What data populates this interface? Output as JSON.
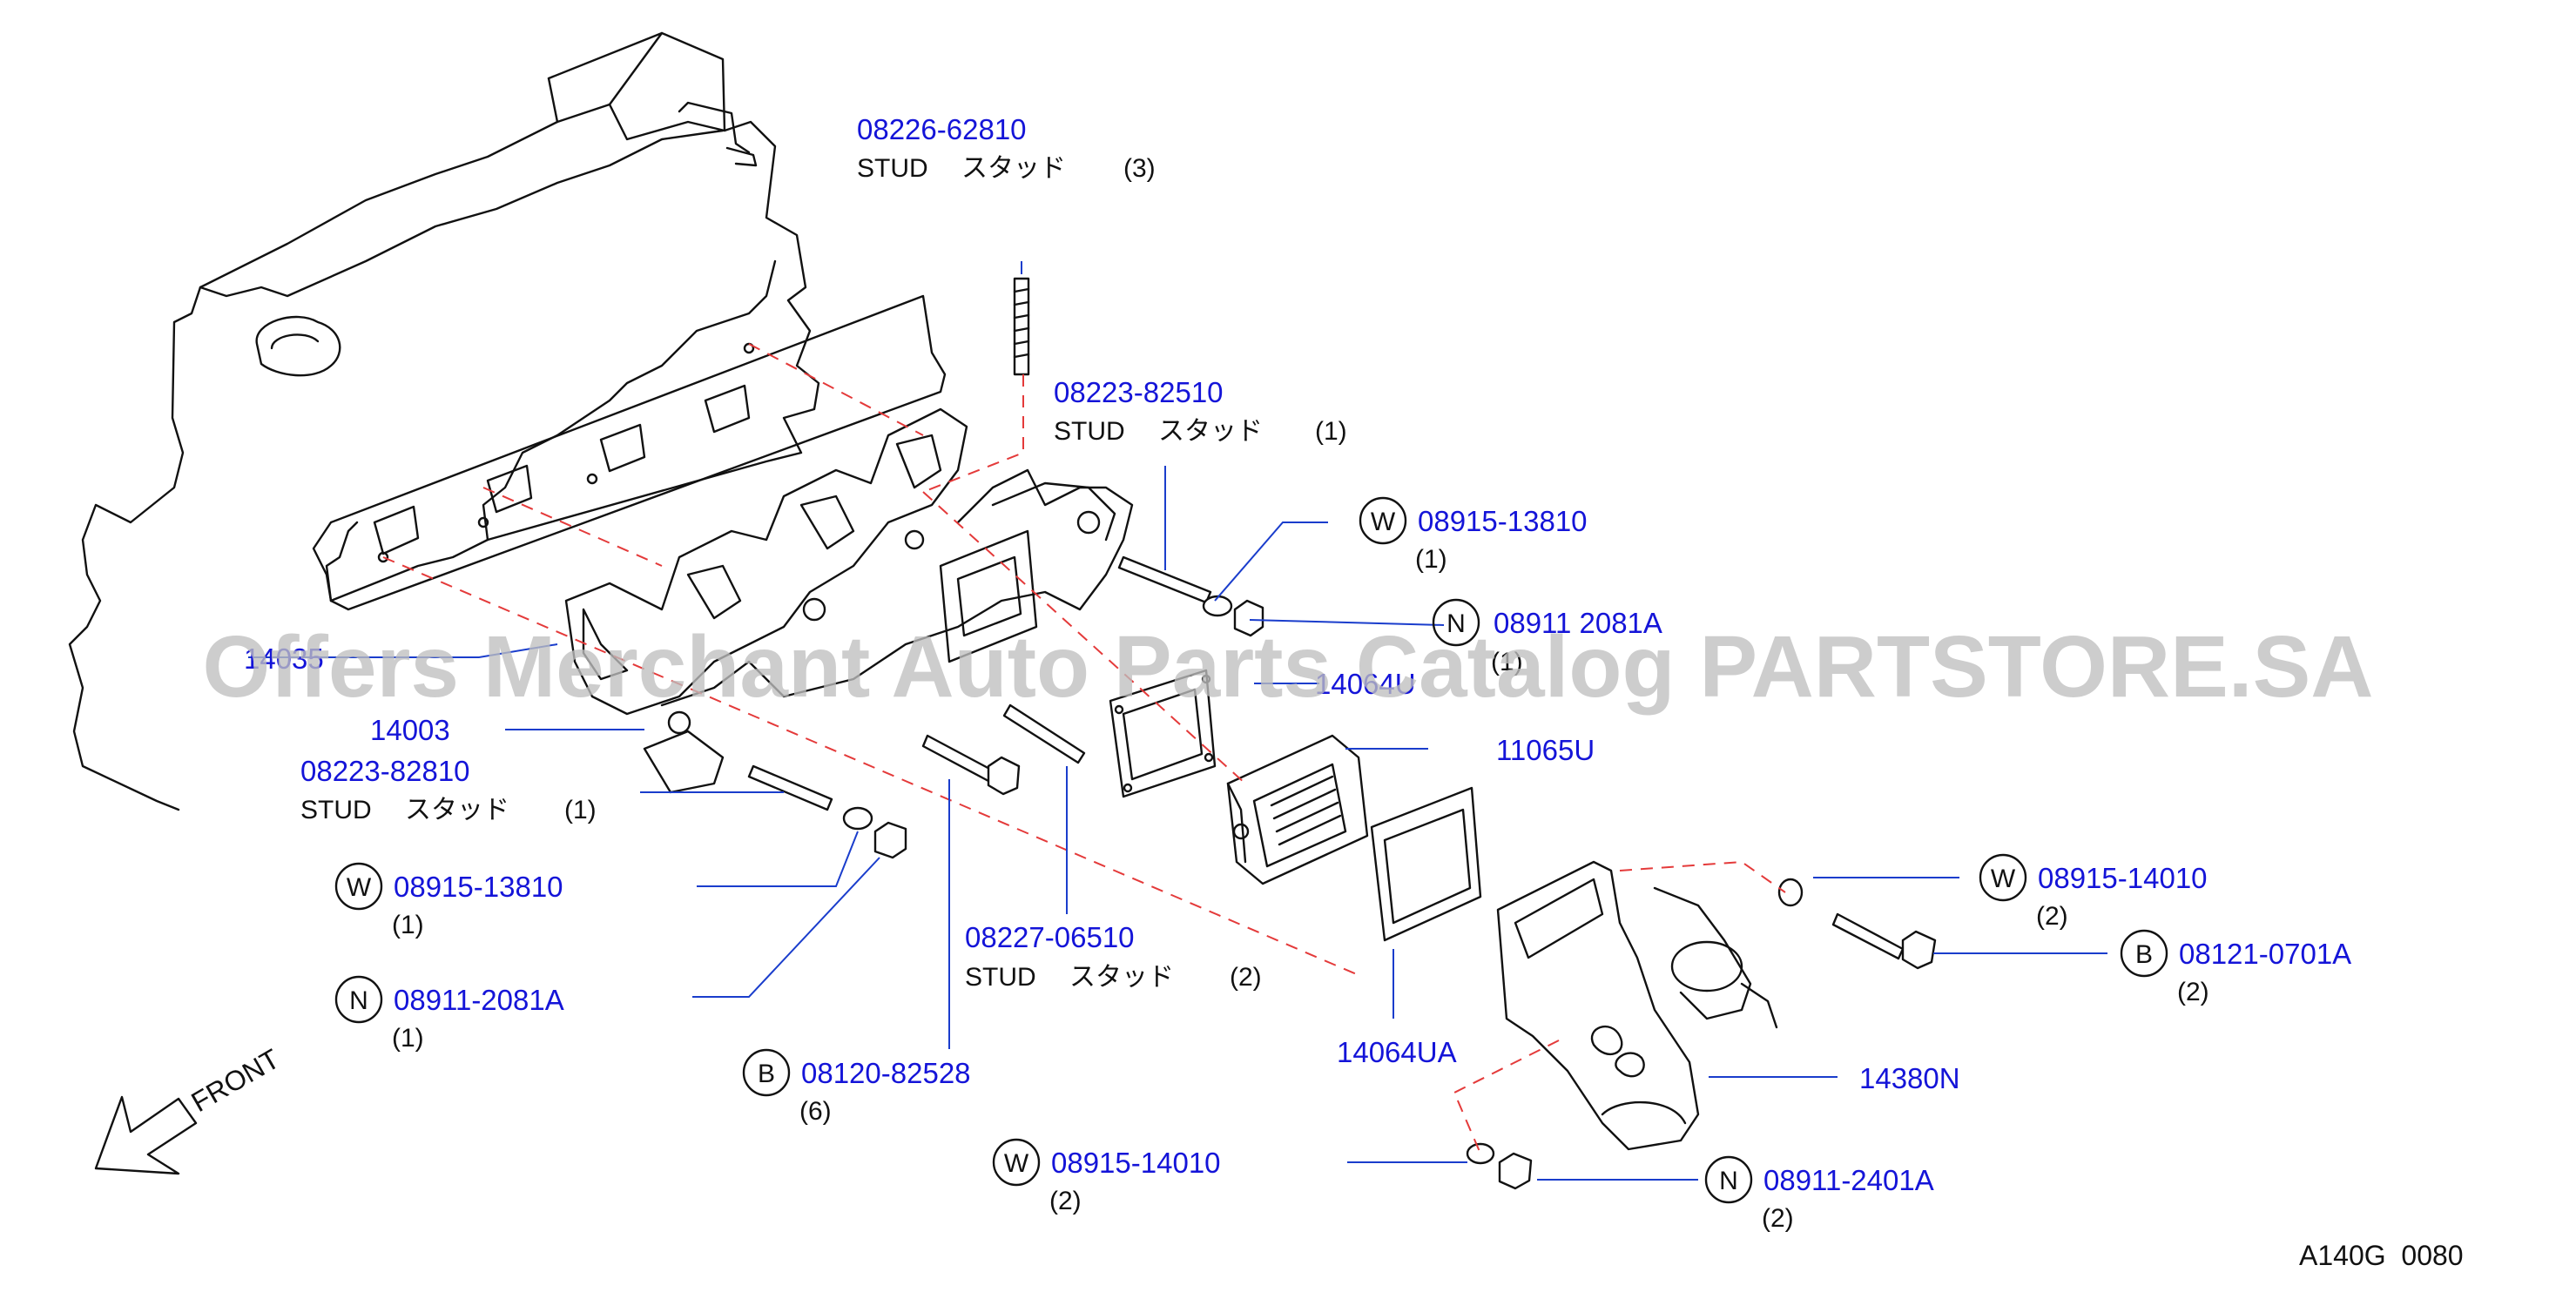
{
  "diagram_code": "A140G  0080",
  "watermark": "Offers Merchant Auto Parts Catalog PARTSTORE.SA",
  "front_label": "FRONT",
  "colors": {
    "part_number": "#1414d8",
    "leader": "#1a3dcc",
    "dashed": "#e43a3a",
    "drawing": "#111111"
  },
  "callouts": {
    "stud_top": {
      "pn": "08226-62810",
      "desc": "STUD　 スタッド",
      "qty": "(3)"
    },
    "stud_upper": {
      "pn": "08223-82510",
      "desc": "STUD　 スタッド",
      "qty": "(1)"
    },
    "washer_upper": {
      "prefix": "W",
      "pn": "08915-13810",
      "qty": "(1)"
    },
    "nut_upper": {
      "prefix": "N",
      "pn": "08911 2081A",
      "qty": "(1)"
    },
    "gasket_left": {
      "pn": "14035"
    },
    "gasket_plate": {
      "pn": "14064U"
    },
    "manifold": {
      "pn": "14003"
    },
    "stud_left": {
      "pn": "08223-82810",
      "desc": "STUD　 スタッド",
      "qty": "(1)"
    },
    "washer_left": {
      "prefix": "W",
      "pn": "08915-13810",
      "qty": "(1)"
    },
    "nut_left": {
      "prefix": "N",
      "pn": "08911-2081A",
      "qty": "(1)"
    },
    "bolt_mid": {
      "prefix": "B",
      "pn": "08120-82528",
      "qty": "(6)"
    },
    "stud_mid": {
      "pn": "08227-06510",
      "desc": "STUD　 スタッド",
      "qty": "(2)"
    },
    "plate": {
      "pn": "11065U"
    },
    "gasket_lower": {
      "pn": "14064UA"
    },
    "washer_right": {
      "prefix": "W",
      "pn": "08915-14010",
      "qty": "(2)"
    },
    "bolt_right": {
      "prefix": "B",
      "pn": "08121-0701A",
      "qty": "(2)"
    },
    "elbow": {
      "pn": "14380N"
    },
    "washer_bottom": {
      "prefix": "W",
      "pn": "08915-14010",
      "qty": "(2)"
    },
    "nut_bottom": {
      "prefix": "N",
      "pn": "08911-2401A",
      "qty": "(2)"
    }
  }
}
